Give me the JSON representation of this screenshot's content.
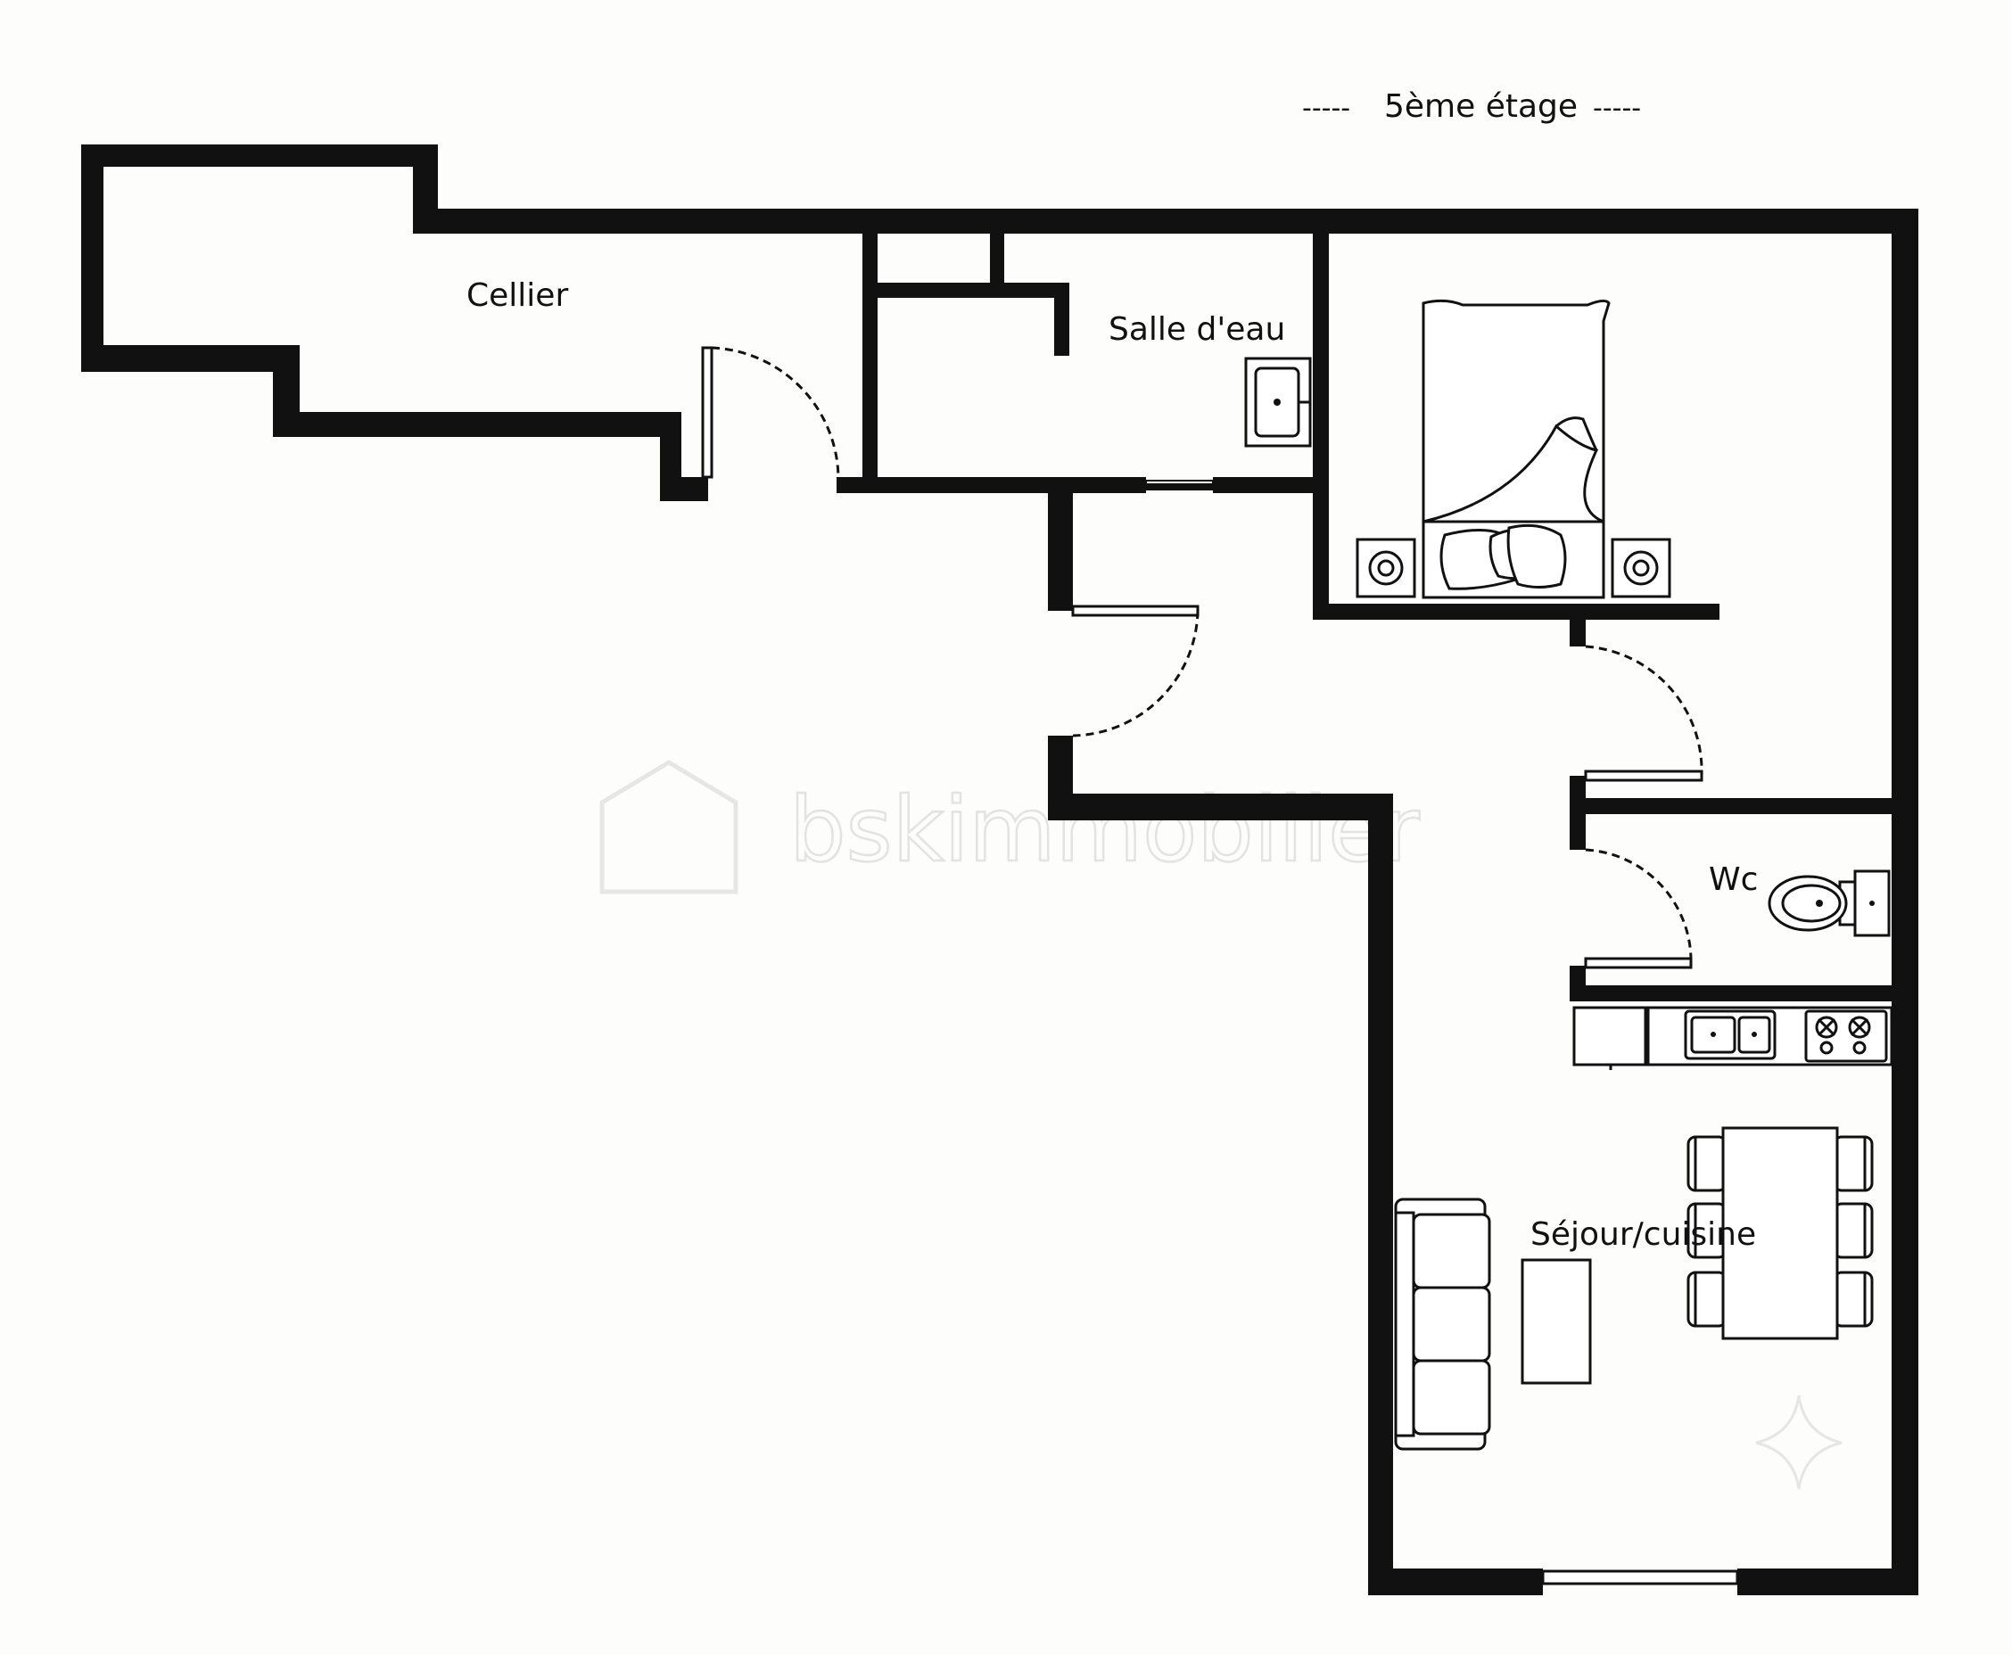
{
  "title": "5ème étage",
  "title_dashes": "-----",
  "watermark": "bskimmobilier",
  "rooms": {
    "cellier": "Cellier",
    "salle_eau": "Salle d'eau",
    "wc": "Wc",
    "sejour": "Séjour/cuisine"
  },
  "colors": {
    "walls": "#111111",
    "background": "#fdfdfb",
    "watermark": "#e3e3e3"
  },
  "icons": [
    "bed-icon",
    "nightstand-icon",
    "washbasin-icon",
    "toilet-icon",
    "sink-icon",
    "cooktop-icon",
    "sofa-icon",
    "coffee-table-icon",
    "dining-table-icon",
    "chair-icon",
    "door-icon"
  ]
}
